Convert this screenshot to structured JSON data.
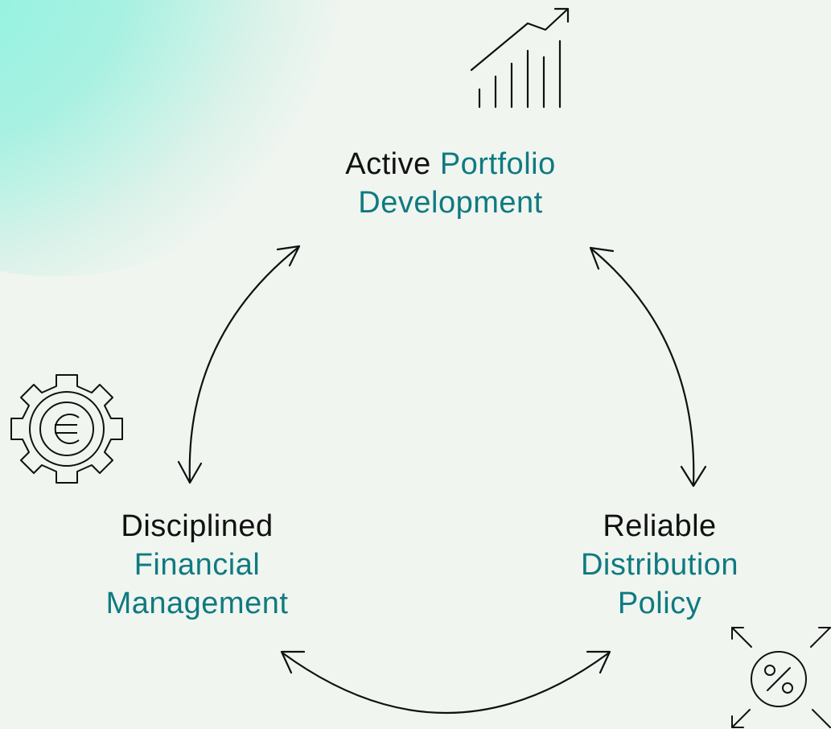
{
  "nodes": {
    "top": {
      "dark": "Active",
      "teal_1": "Portfolio",
      "teal_2": "Development",
      "icon": "growth-chart-icon"
    },
    "left": {
      "dark": "Disciplined",
      "teal_1": "Financial",
      "teal_2": "Management",
      "icon": "euro-gear-icon"
    },
    "right": {
      "dark": "Reliable",
      "teal_1": "Distribution",
      "teal_2": "Policy",
      "icon": "percent-expand-icon"
    }
  },
  "colors": {
    "background": "#f0f5f0",
    "accent": "#0f7a80",
    "text": "#111111",
    "glow": "#8ff2df"
  }
}
